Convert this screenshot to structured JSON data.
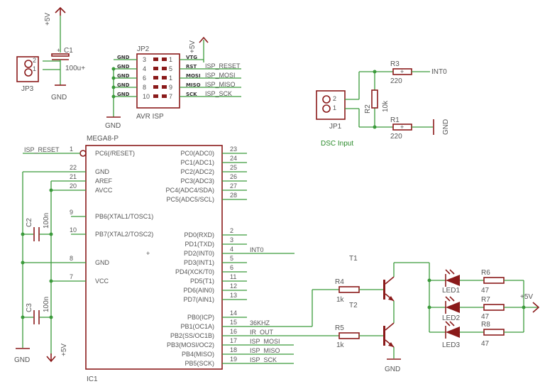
{
  "power": {
    "vcc": "+5V",
    "gnd": "GND"
  },
  "c1": {
    "ref": "C1",
    "value": "100u+"
  },
  "c2": {
    "ref": "C2",
    "value": "100n"
  },
  "c3": {
    "ref": "C3",
    "value": "100n"
  },
  "jp3": {
    "ref": "JP3",
    "pin2": "2",
    "pin1": "1"
  },
  "jp1": {
    "ref": "JP1",
    "pin2": "2",
    "pin1": "1",
    "label": "DSC Input"
  },
  "jp2": {
    "ref": "JP2",
    "name": "AVR ISP",
    "rows": [
      {
        "left_label": "GND",
        "left_pin": "3",
        "right_pin": "1",
        "right_label": "VTG",
        "net": ""
      },
      {
        "left_label": "GND",
        "left_pin": "4",
        "right_pin": "5",
        "right_label": "RST",
        "net": "ISP_RESET"
      },
      {
        "left_label": "GND",
        "left_pin": "6",
        "right_pin": "1",
        "right_label": "MOSI",
        "net": "ISP_MOSI"
      },
      {
        "left_label": "GND",
        "left_pin": "8",
        "right_pin": "9",
        "right_label": "MISO",
        "net": "ISP_MISO"
      },
      {
        "left_label": "GND",
        "left_pin": "10",
        "right_pin": "7",
        "right_label": "SCK",
        "net": "ISP_SCK"
      }
    ]
  },
  "r1": {
    "ref": "R1",
    "value": "220"
  },
  "r2": {
    "ref": "R2",
    "value": "10k"
  },
  "r3": {
    "ref": "R3",
    "value": "220"
  },
  "r4": {
    "ref": "R4",
    "value": "1k"
  },
  "r5": {
    "ref": "R5",
    "value": "1k"
  },
  "r6": {
    "ref": "R6",
    "value": "47"
  },
  "r7": {
    "ref": "R7",
    "value": "47"
  },
  "r8": {
    "ref": "R8",
    "value": "47"
  },
  "led1": {
    "ref": "LED1"
  },
  "led2": {
    "ref": "LED2"
  },
  "led3": {
    "ref": "LED3"
  },
  "t1": {
    "ref": "T1"
  },
  "t2": {
    "ref": "T2"
  },
  "int0_net": "INT0",
  "ic1": {
    "ref": "IC1",
    "part": "MEGA8-P",
    "left_pins": [
      {
        "num": "1",
        "name": "PC6(/RESET)",
        "net": "ISP_RESET"
      },
      {
        "num": "22",
        "name": "GND"
      },
      {
        "num": "21",
        "name": "AREF"
      },
      {
        "num": "20",
        "name": "AVCC"
      },
      {
        "num": "9",
        "name": "PB6(XTAL1/TOSC1)"
      },
      {
        "num": "10",
        "name": "PB7(XTAL2/TOSC2)"
      },
      {
        "num": "8",
        "name": "GND"
      },
      {
        "num": "7",
        "name": "VCC"
      }
    ],
    "right_pins": [
      {
        "num": "23",
        "name": "PC0(ADC0)",
        "net": ""
      },
      {
        "num": "24",
        "name": "PC1(ADC1)",
        "net": ""
      },
      {
        "num": "25",
        "name": "PC2(ADC2)",
        "net": ""
      },
      {
        "num": "26",
        "name": "PC3(ADC3)",
        "net": ""
      },
      {
        "num": "27",
        "name": "PC4(ADC4/SDA)",
        "net": ""
      },
      {
        "num": "28",
        "name": "PC5(ADC5/SCL)",
        "net": ""
      },
      {
        "num": "2",
        "name": "PD0(RXD)",
        "net": ""
      },
      {
        "num": "3",
        "name": "PD1(TXD)",
        "net": ""
      },
      {
        "num": "4",
        "name": "PD2(INT0)",
        "net": "INT0"
      },
      {
        "num": "5",
        "name": "PD3(INT1)",
        "net": ""
      },
      {
        "num": "6",
        "name": "PD4(XCK/T0)",
        "net": ""
      },
      {
        "num": "11",
        "name": "PD5(T1)",
        "net": ""
      },
      {
        "num": "12",
        "name": "PD6(AIN0)",
        "net": ""
      },
      {
        "num": "13",
        "name": "PD7(AIN1)",
        "net": ""
      },
      {
        "num": "14",
        "name": "PB0(ICP)",
        "net": ""
      },
      {
        "num": "15",
        "name": "PB1(OC1A)",
        "net": "36KHZ"
      },
      {
        "num": "16",
        "name": "PB2(SS/OC1B)",
        "net": "IR_OUT"
      },
      {
        "num": "17",
        "name": "PB3(MOSI/OC2)",
        "net": "ISP_MOSI"
      },
      {
        "num": "18",
        "name": "PB4(MISO)",
        "net": "ISP_MISO"
      },
      {
        "num": "19",
        "name": "PB5(SCK)",
        "net": "ISP_SCK"
      }
    ]
  }
}
